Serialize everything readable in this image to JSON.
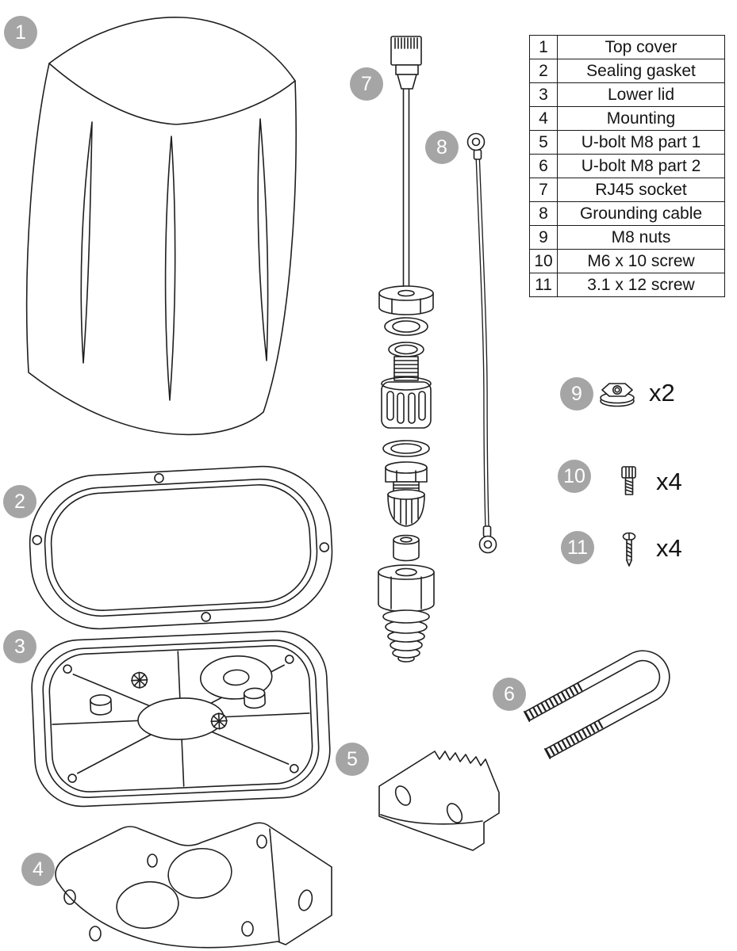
{
  "parts_table": {
    "rows": [
      {
        "num": "1",
        "label": "Top cover"
      },
      {
        "num": "2",
        "label": "Sealing gasket"
      },
      {
        "num": "3",
        "label": "Lower lid"
      },
      {
        "num": "4",
        "label": "Mounting"
      },
      {
        "num": "5",
        "label": "U-bolt M8 part 1"
      },
      {
        "num": "6",
        "label": "U-bolt M8 part 2"
      },
      {
        "num": "7",
        "label": "RJ45 socket"
      },
      {
        "num": "8",
        "label": "Grounding cable"
      },
      {
        "num": "9",
        "label": "M8 nuts"
      },
      {
        "num": "10",
        "label": "M6 x 10 screw"
      },
      {
        "num": "11",
        "label": "3.1 x 12 screw"
      }
    ]
  },
  "quantities": {
    "m8_nuts": "x2",
    "m6_screws": "x4",
    "tapping_screws": "x4"
  },
  "colors": {
    "badge": "#a5a5a5",
    "line": "#1f1f1f",
    "background": "#ffffff"
  }
}
